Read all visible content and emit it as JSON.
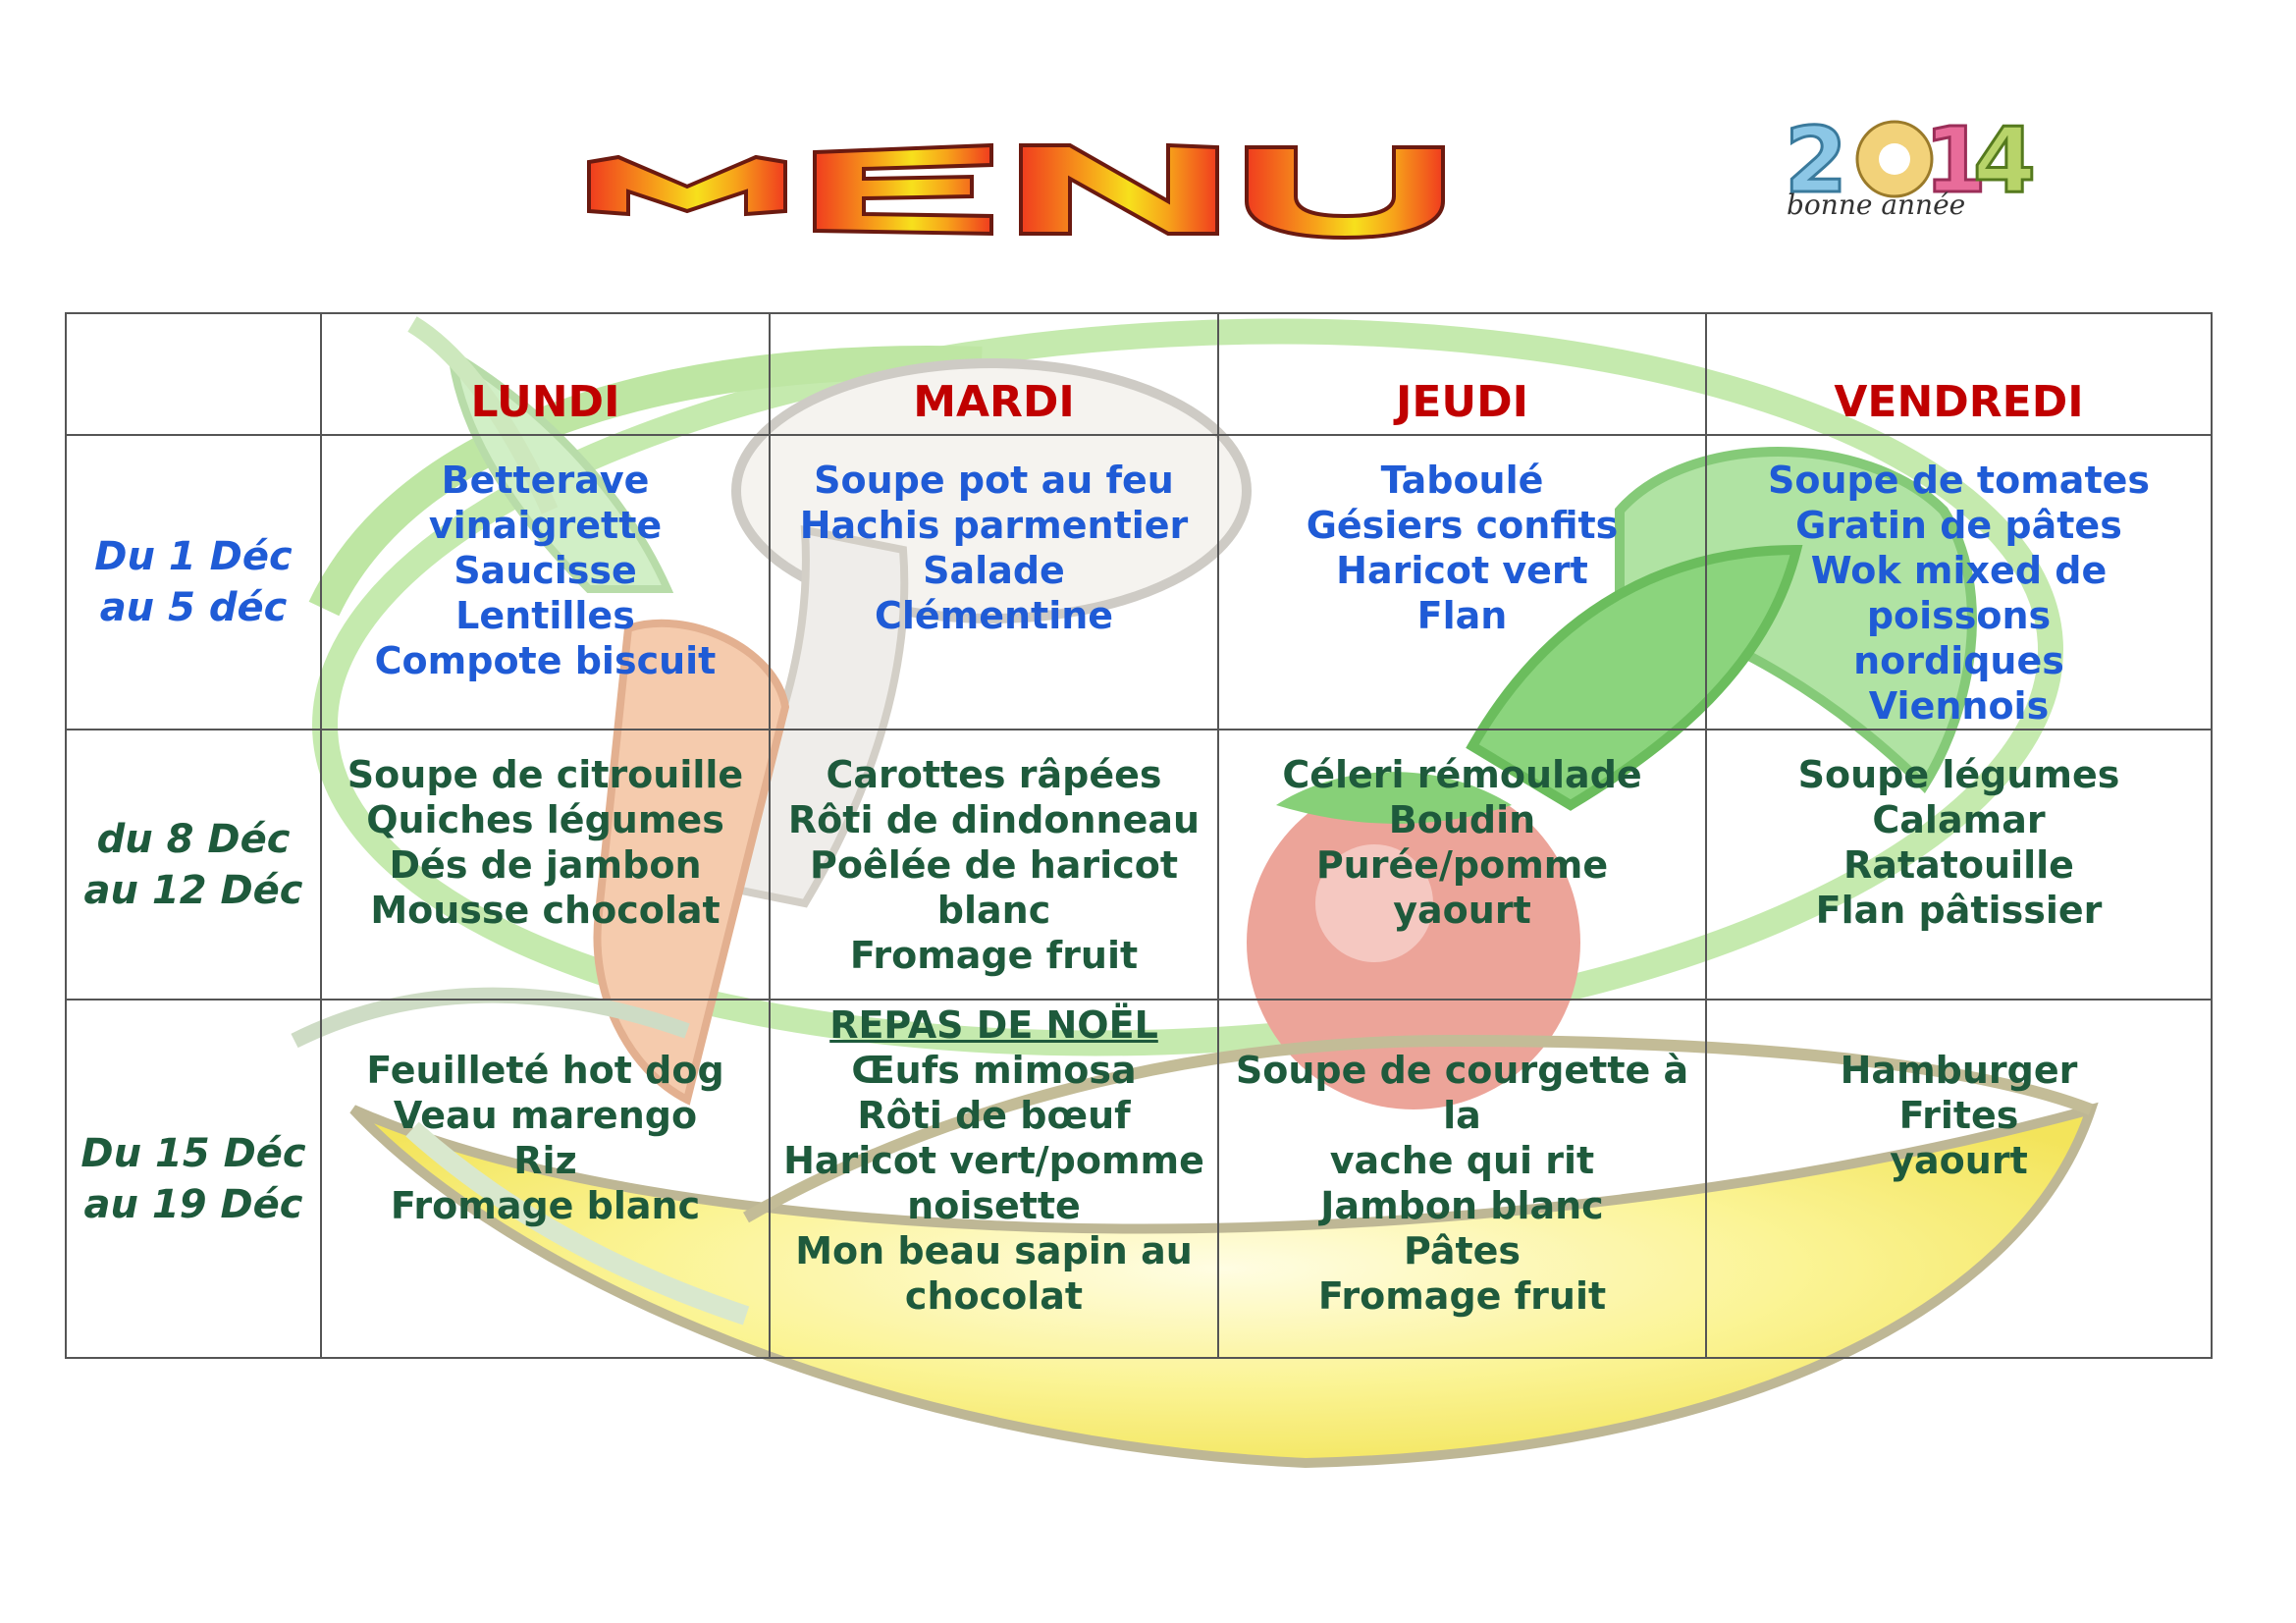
{
  "header": {
    "title": "MENU",
    "year": "2014",
    "greeting": "bonne année"
  },
  "colors": {
    "day_header": "#c00000",
    "week1": "#1f5bd6",
    "weeks_2_3": "#1e5a3c"
  },
  "icons": [
    "vegetable-bowl-illustration"
  ],
  "days": [
    "LUNDI",
    "MARDI",
    "JEUDI",
    "VENDREDI"
  ],
  "weeks": [
    {
      "label_line1": "Du 1 Déc",
      "label_line2": "au 5 déc",
      "days": [
        {
          "dishes": [
            "Betterave vinaigrette",
            "Saucisse",
            "Lentilles",
            "Compote biscuit"
          ]
        },
        {
          "dishes": [
            "Soupe pot au feu",
            "Hachis parmentier",
            "Salade",
            "Clémentine"
          ]
        },
        {
          "dishes": [
            "Taboulé",
            "Gésiers confits",
            "Haricot vert",
            "Flan"
          ]
        },
        {
          "dishes": [
            "Soupe de tomates",
            "Gratin de pâtes",
            "Wok mixed de poissons",
            "nordiques",
            "Viennois"
          ]
        }
      ]
    },
    {
      "label_line1": "du 8 Déc",
      "label_line2": "au 12 Déc",
      "days": [
        {
          "dishes": [
            "Soupe de citrouille",
            "Quiches légumes",
            "Dés de jambon",
            "Mousse chocolat"
          ]
        },
        {
          "dishes": [
            "Carottes râpées",
            "Rôti de dindonneau",
            "Poêlée de haricot blanc",
            "Fromage fruit"
          ]
        },
        {
          "dishes": [
            "Céleri rémoulade",
            "Boudin",
            "Purée/pomme",
            "yaourt"
          ]
        },
        {
          "dishes": [
            "Soupe légumes",
            "Calamar",
            "Ratatouille",
            "Flan pâtissier"
          ]
        }
      ]
    },
    {
      "label_line1": "Du 15 Déc",
      "label_line2": "au 19 Déc",
      "days": [
        {
          "dishes": [
            "Feuilleté hot dog",
            "Veau marengo",
            "Riz",
            "Fromage blanc"
          ]
        },
        {
          "title": "REPAS DE NOËL",
          "dishes": [
            "Œufs mimosa",
            "Rôti de bœuf",
            "Haricot vert/pomme",
            "noisette",
            "Mon beau sapin au",
            "chocolat"
          ]
        },
        {
          "dishes": [
            "Soupe de courgette à la",
            "vache qui rit",
            "Jambon blanc",
            "Pâtes",
            "Fromage fruit"
          ]
        },
        {
          "dishes": [
            "Hamburger",
            "Frites",
            "yaourt"
          ]
        }
      ]
    }
  ]
}
